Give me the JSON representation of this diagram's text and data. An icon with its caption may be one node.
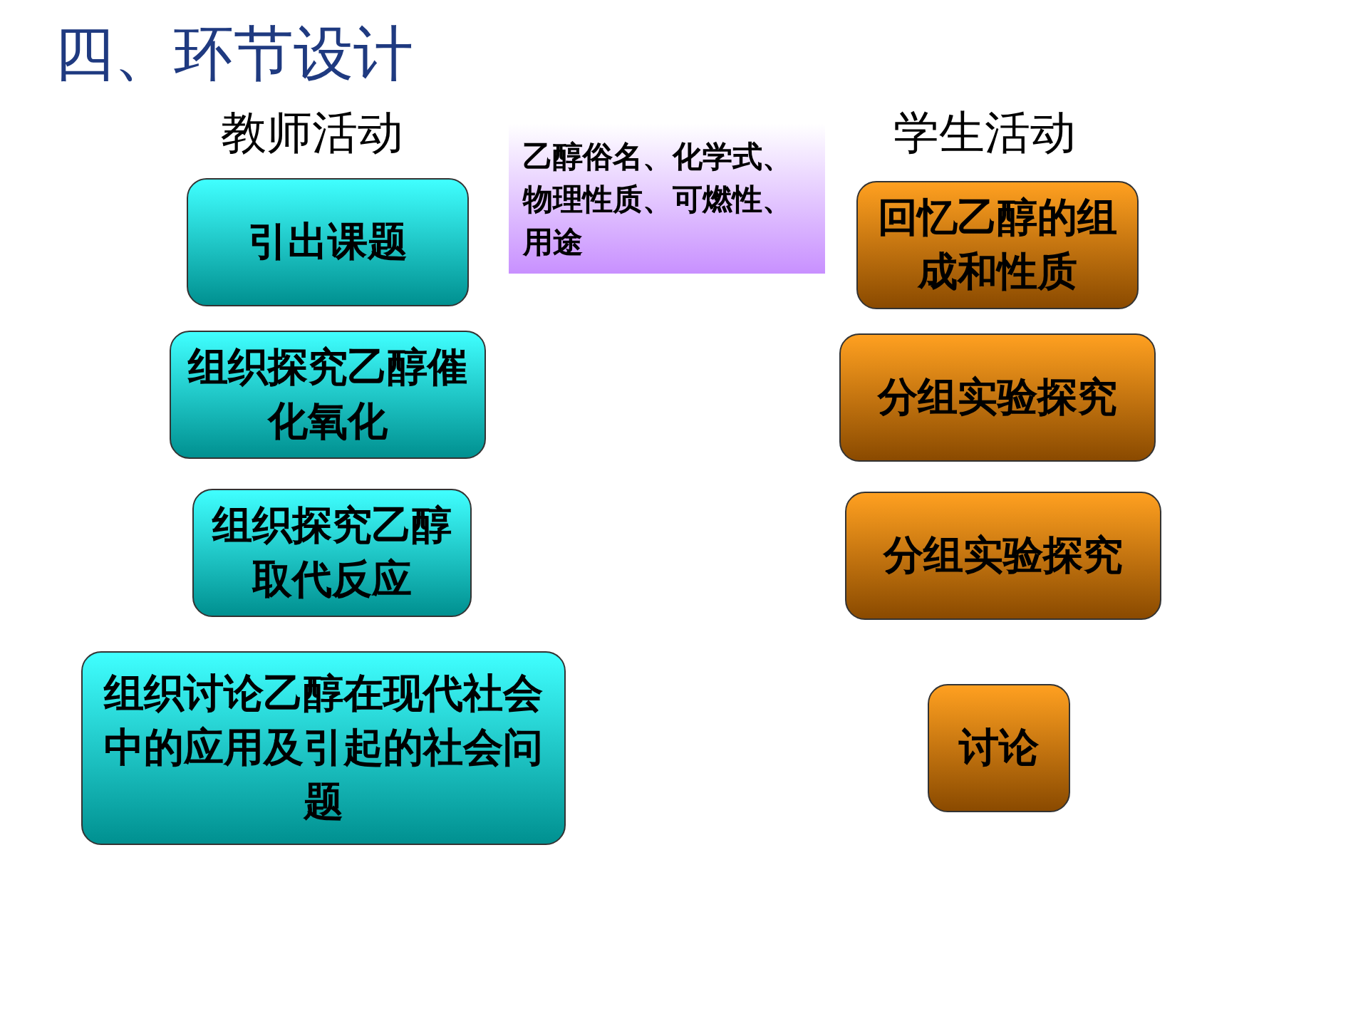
{
  "diagram": {
    "title": "四、环节设计",
    "nodes": [
      {
        "text": [
          "引出课题"
        ]
      },
      {
        "text": [
          "组织探究乙醇催化氧化"
        ]
      },
      {
        "text": [
          "组织探究乙醇取代反应"
        ]
      },
      {
        "text": [
          "组织讨论乙醇在现代社会中的应用及引起的社会问题"
        ]
      },
      {
        "text": [
          "乙醇俗名、化学式、物理性质、可燃性、用途"
        ]
      },
      {
        "text": [
          "回忆乙醇的组成和性质"
        ]
      },
      {
        "text": [
          "分组实验探究"
        ]
      },
      {
        "text": [
          "分组实验探究"
        ]
      },
      {
        "text": [
          "讨论"
        ]
      }
    ],
    "labels": [
      "教师活动",
      "学生活动"
    ]
  }
}
